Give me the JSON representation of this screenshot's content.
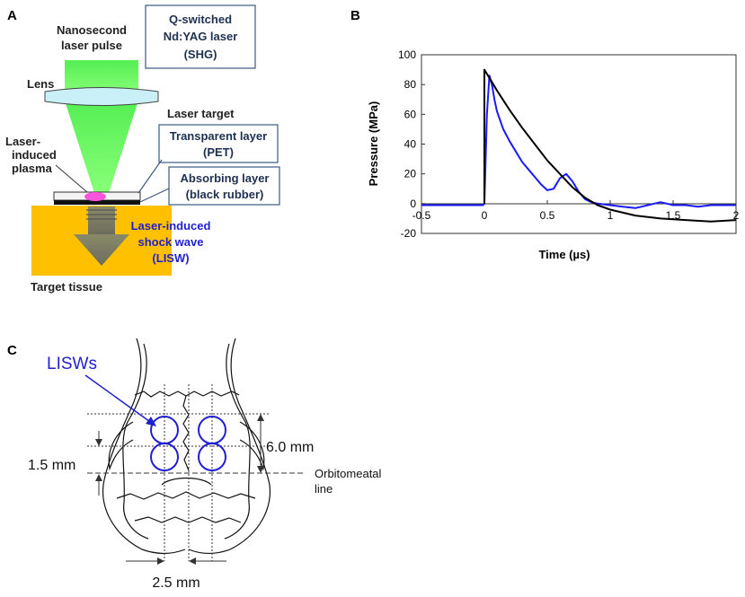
{
  "panel_a": {
    "letter": "A",
    "pulse_label_1": "Nanosecond",
    "pulse_label_2": "laser pulse",
    "laser_box_1": "Q-switched",
    "laser_box_2": "Nd:YAG laser",
    "laser_box_3": "(SHG)",
    "lens_label": "Lens",
    "target_label": "Laser target",
    "transparent_box_1": "Transparent layer",
    "transparent_box_2": "(PET)",
    "absorbing_box_1": "Absorbing layer",
    "absorbing_box_2": "(black rubber)",
    "plasma_label_1": "Laser-",
    "plasma_label_2": "induced",
    "plasma_label_3": "plasma",
    "lisw_label_1": "Laser-induced",
    "lisw_label_2": "shock wave",
    "lisw_label_3": "(LISW)",
    "tissue_label": "Target tissue",
    "colors": {
      "beam": "#66ff66",
      "tissue": "#ffc000",
      "lisw_text": "#1f1fd0",
      "box_border": "#3d5a80"
    }
  },
  "panel_b": {
    "letter": "B",
    "chart_data": {
      "type": "line",
      "xlabel": "Time (µs)",
      "ylabel": "Pressure (MPa)",
      "xlim": [
        -0.5,
        2
      ],
      "ylim": [
        -20,
        100
      ],
      "x_ticks": [
        "-0.5",
        "0",
        "0.5",
        "1",
        "1.5",
        "2"
      ],
      "y_ticks": [
        "-20",
        "0",
        "20",
        "40",
        "60",
        "80",
        "100"
      ],
      "series": [
        {
          "color": "#1a1aff",
          "x": [
            -0.5,
            -0.3,
            -0.1,
            -0.01,
            0.0,
            0.02,
            0.04,
            0.06,
            0.08,
            0.1,
            0.15,
            0.2,
            0.25,
            0.3,
            0.35,
            0.4,
            0.45,
            0.5,
            0.55,
            0.6,
            0.65,
            0.7,
            0.75,
            0.8,
            0.85,
            0.9,
            1.0,
            1.1,
            1.2,
            1.3,
            1.35,
            1.4,
            1.45,
            1.5,
            1.6,
            1.7,
            1.8,
            1.9,
            2.0
          ],
          "y": [
            -1,
            -1,
            -1,
            -1,
            0,
            60,
            86,
            80,
            70,
            62,
            50,
            42,
            35,
            28,
            23,
            18,
            13,
            9,
            10,
            17,
            20,
            15,
            8,
            3,
            1,
            0,
            -1,
            -2,
            -3,
            -1,
            0,
            1,
            0,
            -1,
            -1,
            -2,
            -1,
            -1,
            -1
          ]
        },
        {
          "color": "#000000",
          "x": [
            0.0,
            0.0,
            0.05,
            0.1,
            0.2,
            0.3,
            0.4,
            0.5,
            0.6,
            0.7,
            0.8,
            0.9,
            1.0,
            1.2,
            1.4,
            1.6,
            1.8,
            2.0
          ],
          "y": [
            0,
            90,
            83,
            76,
            63,
            51,
            40,
            29,
            20,
            11,
            4,
            -1,
            -4,
            -8,
            -10,
            -11,
            -12,
            -11
          ]
        }
      ],
      "grid": false
    }
  },
  "panel_c": {
    "letter": "C",
    "lisws_label": "LISWs",
    "dim_vertical": "6.0 mm",
    "dim_left": "1.5 mm",
    "dim_bottom": "2.5 mm",
    "line_label_1": "Orbitomeatal",
    "line_label_2": "line",
    "colors": {
      "circles": "#1f1fd0"
    }
  }
}
